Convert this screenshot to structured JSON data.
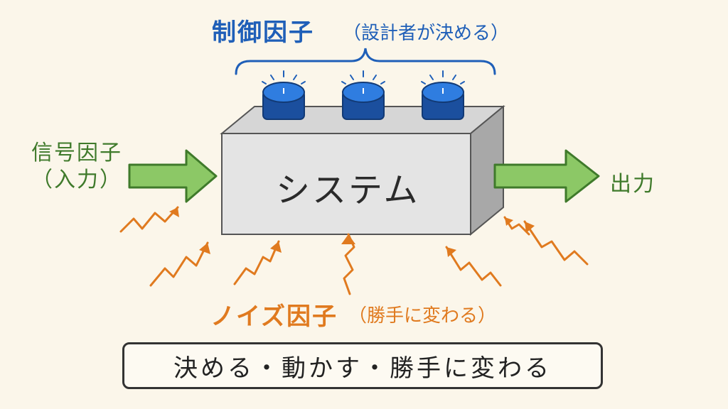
{
  "labels": {
    "control_title": "制御因子",
    "control_note": "（設計者が決める）",
    "signal_title": "信号因子",
    "signal_note": "（入力）",
    "output": "出力",
    "system": "システム",
    "noise_title": "ノイズ因子",
    "noise_note": "（勝手に変わる）"
  },
  "summary": "決める・動かす・勝手に変わる",
  "colors": {
    "control": "#1f5fb8",
    "signal": "#3f7a2b",
    "noise": "#e07a1f",
    "box": "#e4e4e4",
    "background": "#fbf6ea"
  }
}
